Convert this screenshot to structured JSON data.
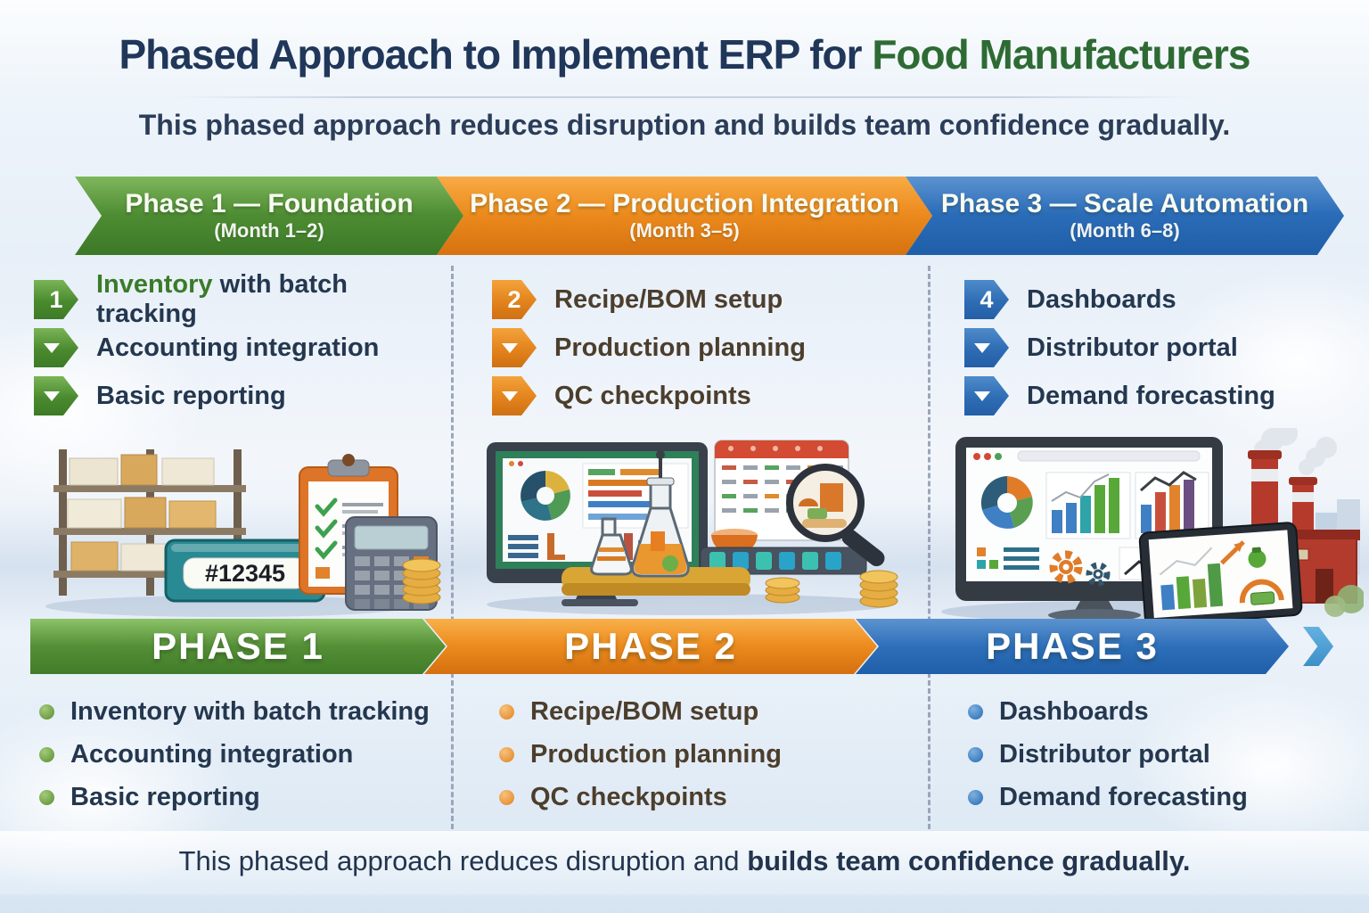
{
  "header": {
    "title_main": "Phased Approach to Implement ERP for",
    "title_accent": "Food Manufacturers",
    "subtitle": "This phased approach reduces disruption and builds team confidence gradually."
  },
  "banners": [
    {
      "title": "Phase 1 — Foundation",
      "months": "(Month 1–2)"
    },
    {
      "title": "Phase 2 — Production Integration",
      "months": "(Month 3–5)"
    },
    {
      "title": "Phase 3 — Scale Automation",
      "months": "(Month 6–8)"
    }
  ],
  "features": [
    {
      "badge": "1",
      "items": [
        {
          "lead": "Inventory",
          "text": " with batch tracking"
        },
        {
          "lead": "",
          "text": "Accounting integration"
        },
        {
          "lead": "",
          "text": "Basic reporting"
        }
      ]
    },
    {
      "badge": "2",
      "items": [
        {
          "lead": "",
          "text": "Recipe/BOM setup"
        },
        {
          "lead": "",
          "text": "Production planning"
        },
        {
          "lead": "",
          "text": "QC checkpoints"
        }
      ]
    },
    {
      "badge": "4",
      "items": [
        {
          "lead": "",
          "text": "Dashboards"
        },
        {
          "lead": "",
          "text": "Distributor portal"
        },
        {
          "lead": "",
          "text": "Demand forecasting"
        }
      ]
    }
  ],
  "illustrations": {
    "batch_label": "#12345"
  },
  "ribbons": [
    {
      "label": "PHASE 1"
    },
    {
      "label": "PHASE 2"
    },
    {
      "label": "PHASE 3"
    }
  ],
  "bullets": [
    {
      "items": [
        "Inventory with batch tracking",
        "Accounting integration",
        "Basic reporting"
      ]
    },
    {
      "items": [
        "Recipe/BOM setup",
        "Production planning",
        "QC checkpoints"
      ]
    },
    {
      "items": [
        "Dashboards",
        "Distributor portal",
        "Demand forecasting"
      ]
    }
  ],
  "footer": {
    "normal": "This phased approach reduces disruption and",
    "bold": "builds team confidence gradually."
  },
  "colors": {
    "phase1_green": "#4e8d33",
    "phase2_orange": "#ec8a1d",
    "phase3_blue": "#2b6cb8",
    "title_navy": "#20375a",
    "title_green": "#2e6b34"
  }
}
